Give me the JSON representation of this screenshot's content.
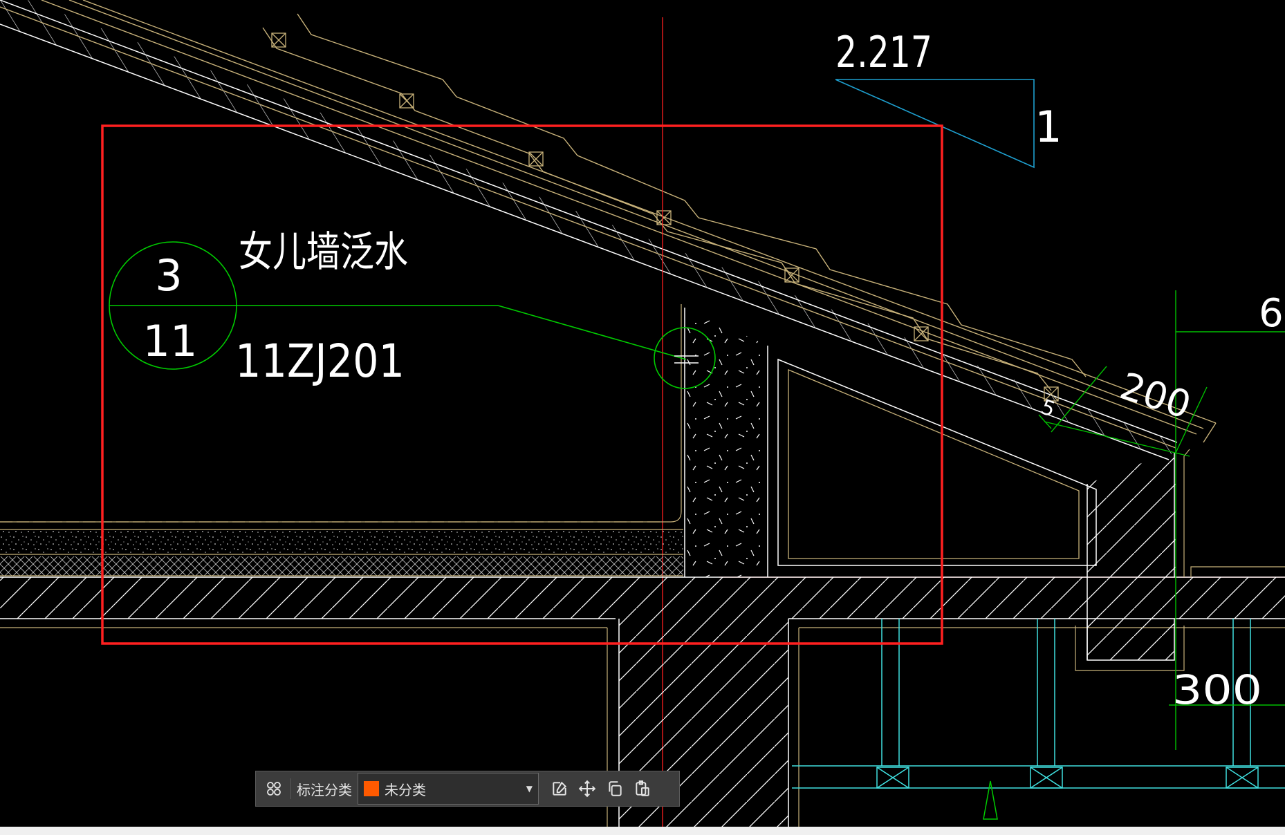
{
  "drawing": {
    "slope_value": "2.217",
    "slope_rise": "1",
    "detail_number": "3",
    "detail_sheet": "11",
    "detail_title": "女儿墙泛水",
    "detail_atlas": "11ZJ201",
    "dim_200": "200",
    "dim_300": "300",
    "dim_6": "6",
    "dim_5": "5"
  },
  "toolbar": {
    "category_label": "标注分类",
    "category_value": "未分类",
    "swatch_color": "#ff5a00"
  },
  "colors": {
    "background": "#000000",
    "roof_line": "#c8b27a",
    "hatch": "#ffffff",
    "leader_green": "#00cc00",
    "slope_cyan": "#1ea0d0",
    "selection_red": "#ff2020",
    "dim_green": "#00c000",
    "pipe_cyan": "#40e0e0"
  }
}
